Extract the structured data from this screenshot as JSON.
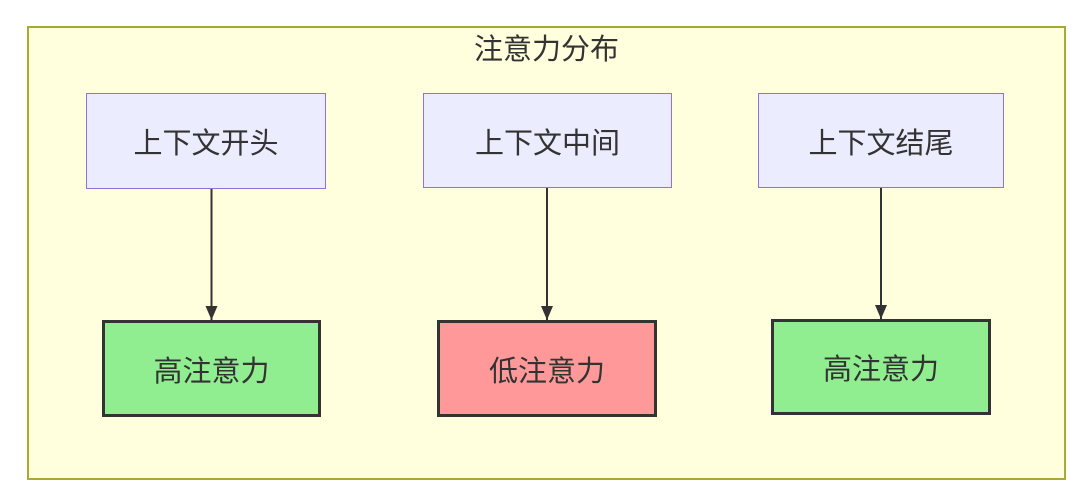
{
  "diagram": {
    "type": "flowchart",
    "title": "注意力分布",
    "columns": [
      {
        "source": "上下文开头",
        "result": "高注意力",
        "level": "high"
      },
      {
        "source": "上下文中间",
        "result": "低注意力",
        "level": "low"
      },
      {
        "source": "上下文结尾",
        "result": "高注意力",
        "level": "high"
      }
    ],
    "colors": {
      "cluster_fill": "#ffffde",
      "cluster_border": "#aaaa33",
      "source_node_fill": "#ececff",
      "source_node_border": "#9370db",
      "high_attention_fill": "#90ee90",
      "low_attention_fill": "#ff9999",
      "result_node_border": "#333333",
      "arrow": "#333333",
      "text": "#333333"
    }
  }
}
